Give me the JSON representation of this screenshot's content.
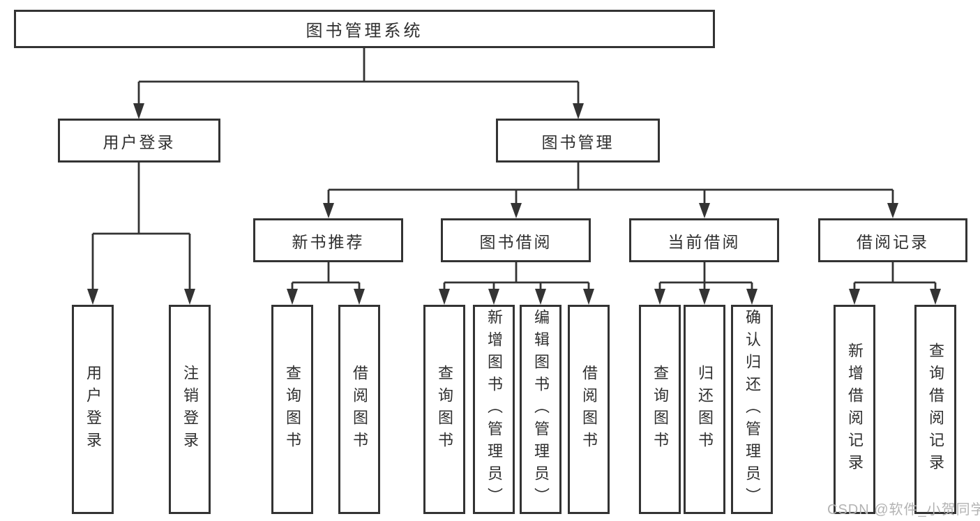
{
  "tree": {
    "root": {
      "label": "图书管理系统"
    },
    "branches": [
      {
        "label": "用户登录",
        "children": [
          {
            "label": "用户登录"
          },
          {
            "label": "注销登录"
          }
        ]
      },
      {
        "label": "图书管理",
        "groups": [
          {
            "label": "新书推荐",
            "children": [
              {
                "label": "查询图书"
              },
              {
                "label": "借阅图书"
              }
            ]
          },
          {
            "label": "图书借阅",
            "children": [
              {
                "label": "查询图书"
              },
              {
                "label": "新增图书（管理员）"
              },
              {
                "label": "编辑图书（管理员）"
              },
              {
                "label": "借阅图书"
              }
            ]
          },
          {
            "label": "当前借阅",
            "children": [
              {
                "label": "查询图书"
              },
              {
                "label": "归还图书"
              },
              {
                "label": "确认归还（管理员）"
              }
            ]
          },
          {
            "label": "借阅记录",
            "children": [
              {
                "label": "新增借阅记录"
              },
              {
                "label": "查询借阅记录"
              }
            ]
          }
        ]
      }
    ]
  },
  "watermark": {
    "text": "CSDN @软件_小贺同学"
  },
  "colors": {
    "line": "#333333",
    "text": "#2f2f2f",
    "watermark": "#b3b3b3",
    "background": "#ffffff"
  }
}
